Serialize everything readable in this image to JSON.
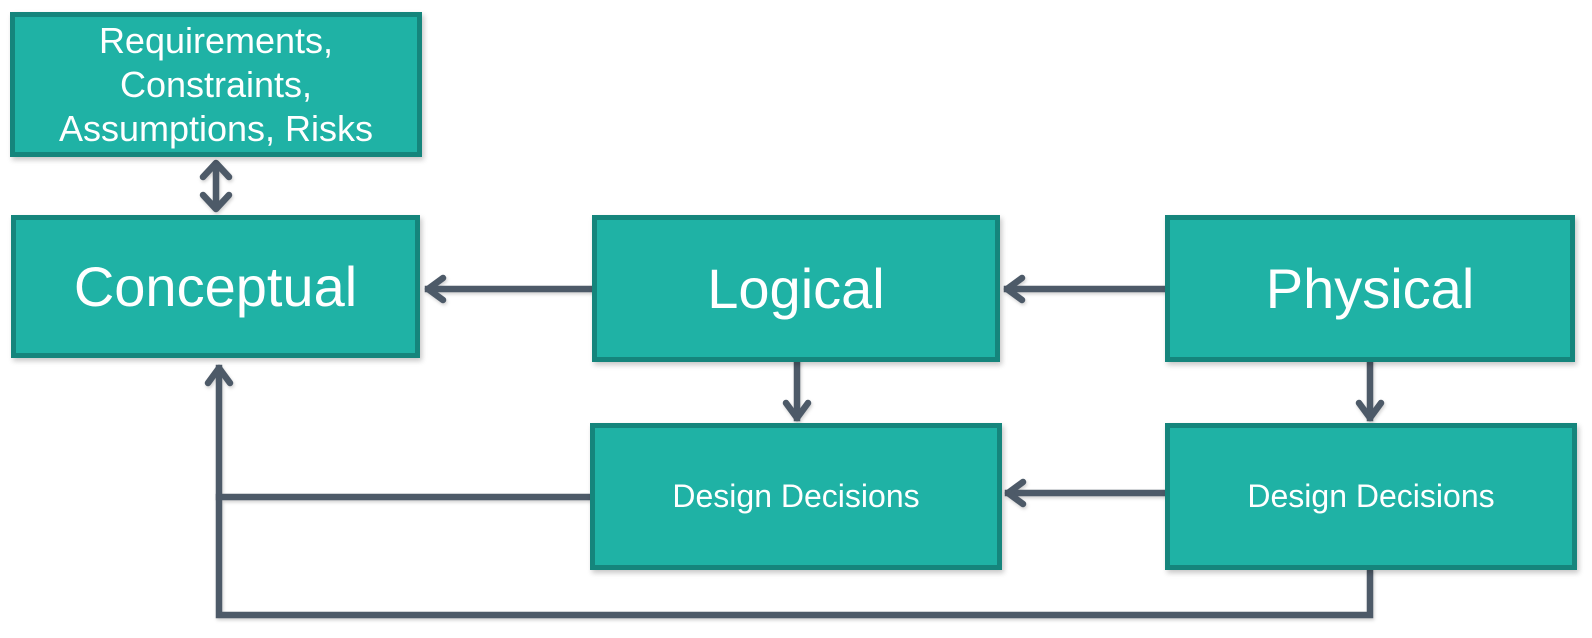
{
  "colors": {
    "background": "#ffffff",
    "box_fill": "#1fb2a5",
    "box_border": "#15857c",
    "connector": "#4d5a68",
    "text": "#ffffff"
  },
  "nodes": {
    "requirements": {
      "label": "Requirements,\nConstraints,\nAssumptions, Risks"
    },
    "conceptual": {
      "label": "Conceptual"
    },
    "logical": {
      "label": "Logical"
    },
    "physical": {
      "label": "Physical"
    },
    "dd_logical": {
      "label": "Design Decisions"
    },
    "dd_physical": {
      "label": "Design Decisions"
    }
  },
  "edges": [
    {
      "from": "requirements",
      "to": "conceptual",
      "direction": "bidirectional"
    },
    {
      "from": "logical",
      "to": "conceptual",
      "direction": "one-way"
    },
    {
      "from": "physical",
      "to": "logical",
      "direction": "one-way"
    },
    {
      "from": "logical",
      "to": "dd_logical",
      "direction": "one-way"
    },
    {
      "from": "physical",
      "to": "dd_physical",
      "direction": "one-way"
    },
    {
      "from": "dd_physical",
      "to": "dd_logical",
      "direction": "one-way"
    },
    {
      "from": "dd_logical",
      "to": "conceptual",
      "direction": "one-way"
    },
    {
      "from": "dd_physical",
      "to": "conceptual",
      "direction": "one-way"
    }
  ]
}
